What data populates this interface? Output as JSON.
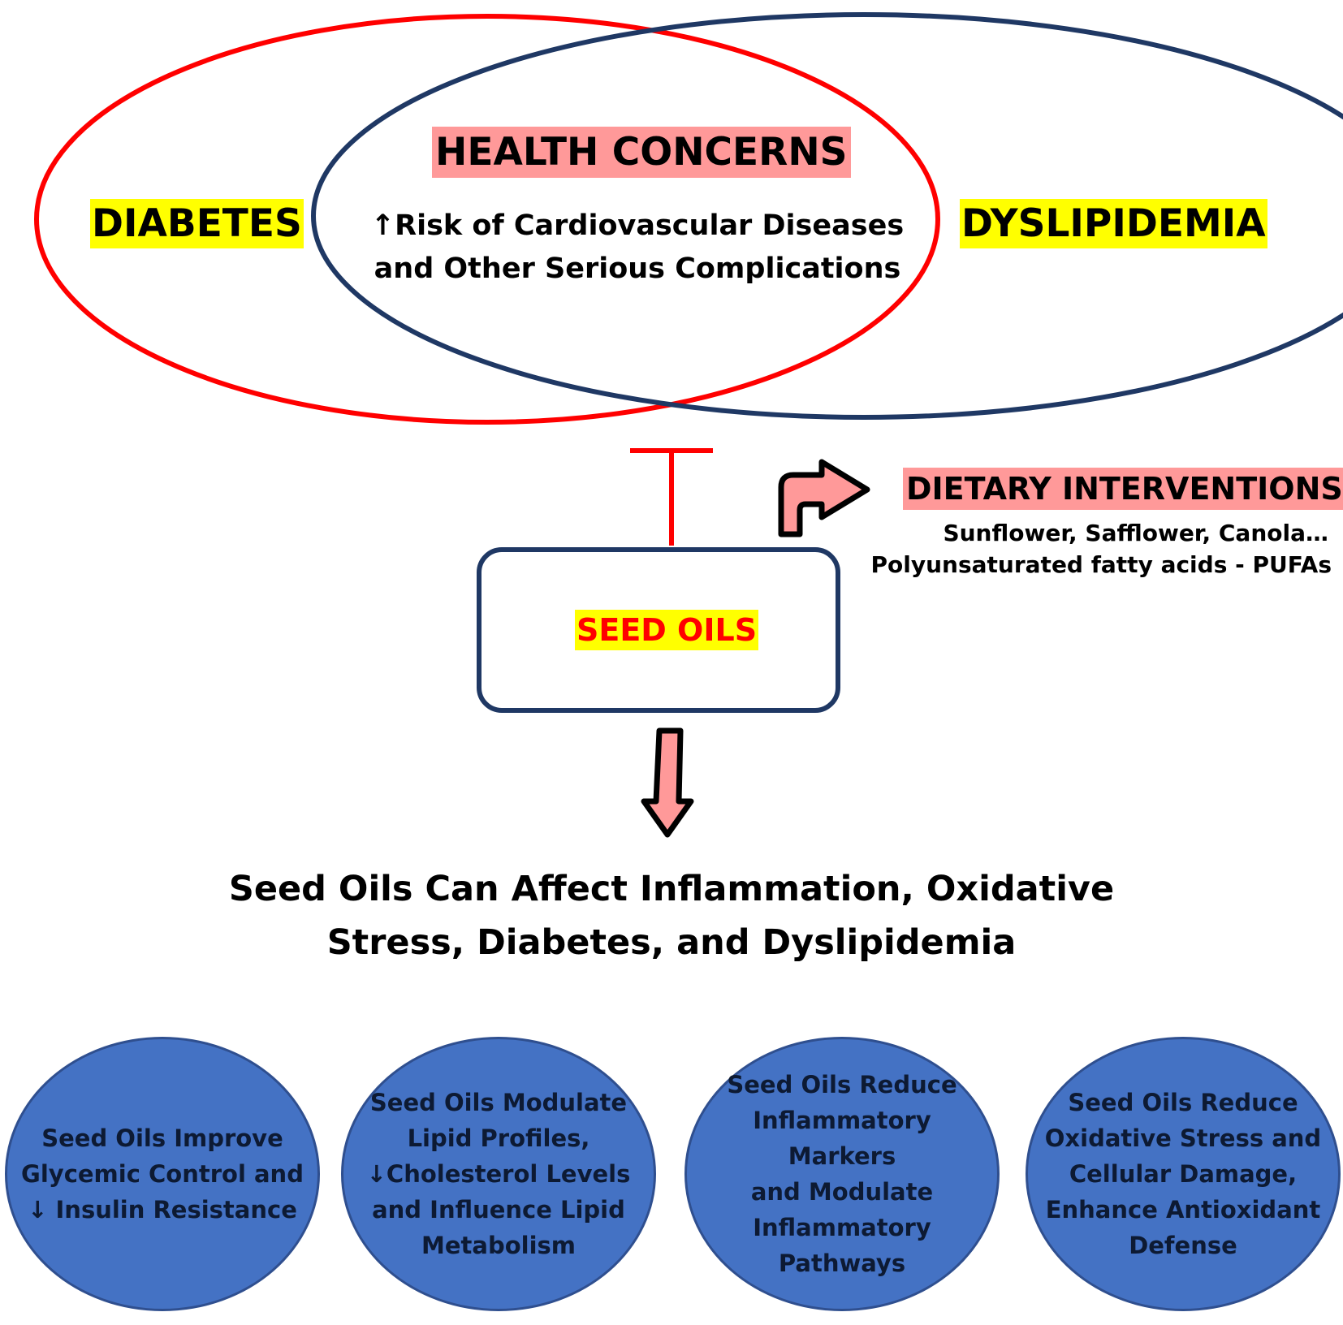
{
  "top": {
    "diabetes": "DIABETES",
    "dyslipidemia": "DYSLIPIDEMIA",
    "health_title": "HEALTH CONCERNS",
    "health_line1": "↑Risk of Cardiovascular Diseases",
    "health_line2": "and Other Serious Complications"
  },
  "dietary": {
    "title": "DIETARY INTERVENTIONS",
    "line1": "Sunflower, Safflower, Canola…",
    "line2": "Polyunsaturated fatty acids - PUFAs"
  },
  "seed_box": {
    "label": "SEED OILS"
  },
  "conclusion": {
    "line1": "Seed Oils Can Affect Inflammation, Oxidative",
    "line2": "Stress, Diabetes, and Dyslipidemia"
  },
  "effects": [
    {
      "lines": [
        "Seed Oils Improve",
        "Glycemic Control and",
        "↓ Insulin Resistance"
      ]
    },
    {
      "lines": [
        "Seed Oils Modulate",
        "Lipid Profiles,",
        "↓Cholesterol Levels",
        "and Influence Lipid",
        "Metabolism"
      ]
    },
    {
      "lines": [
        "Seed Oils Reduce",
        "Inflammatory Markers",
        "and Modulate",
        "Inflammatory",
        "Pathways"
      ]
    },
    {
      "lines": [
        "Seed Oils Reduce",
        "Oxidative Stress and",
        "Cellular Damage,",
        "Enhance Antioxidant",
        "Defense"
      ]
    }
  ],
  "colors": {
    "red": "#ff0000",
    "navy": "#1f3864",
    "yellow_highlight": "#ffff00",
    "pink_highlight": "#ff9999",
    "circle_fill": "#4472c4"
  }
}
